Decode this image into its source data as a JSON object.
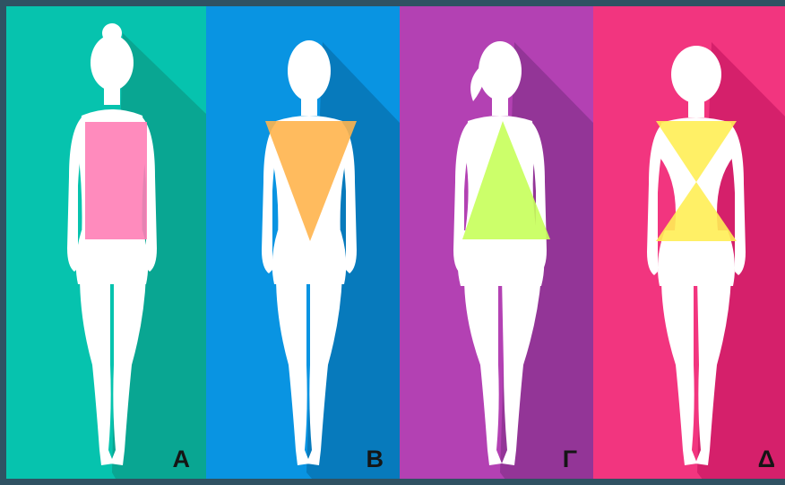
{
  "panels": [
    {
      "label": "A",
      "shape": "rectangle",
      "background": "#06c3ae",
      "shadow": "#0aa38f",
      "overlay": "#ff7eb6"
    },
    {
      "label": "B",
      "shape": "inverted-triangle",
      "background": "#0994e2",
      "shadow": "#0877b8",
      "overlay": "#ffb44c"
    },
    {
      "label": "Γ",
      "shape": "triangle",
      "background": "#b341b3",
      "shadow": "#8f3494",
      "overlay": "#c7ff5a"
    },
    {
      "label": "Δ",
      "shape": "hourglass",
      "background": "#f2357f",
      "shadow": "#d21e69",
      "overlay": "#ffee55"
    }
  ],
  "border_color": "#2f5263",
  "figure_color": "#ffffff"
}
